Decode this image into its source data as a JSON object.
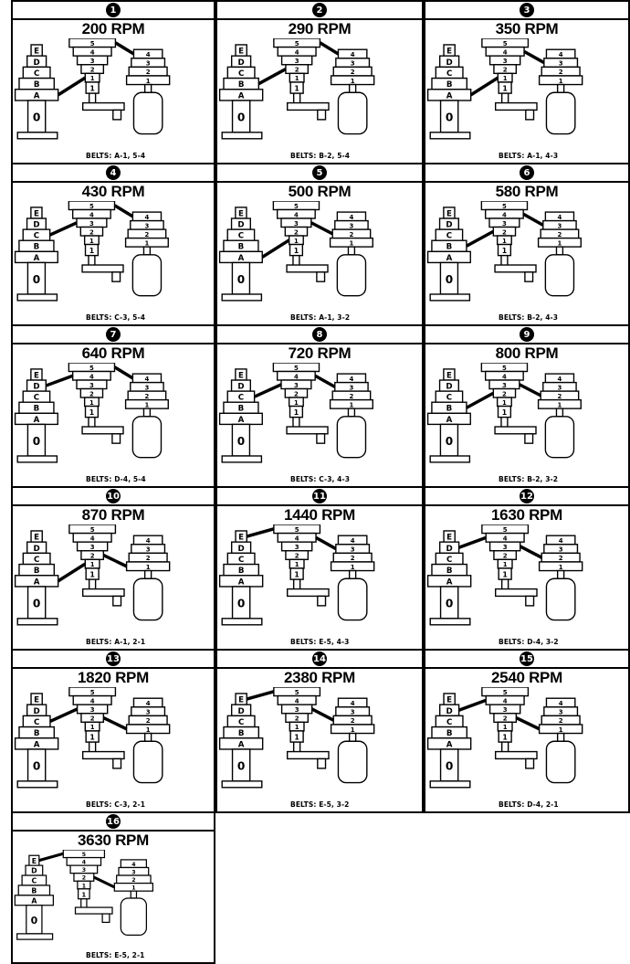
{
  "panels": [
    {
      "number": "1",
      "rpm": "200 RPM",
      "belts": "BELTS: A-1, 5-4"
    },
    {
      "number": "2",
      "rpm": "290 RPM",
      "belts": "BELTS: B-2, 5-4"
    },
    {
      "number": "3",
      "rpm": "350 RPM",
      "belts": "BELTS: A-1, 4-3"
    },
    {
      "number": "4",
      "rpm": "430 RPM",
      "belts": "BELTS: C-3, 5-4"
    },
    {
      "number": "5",
      "rpm": "500 RPM",
      "belts": "BELTS: A-1, 3-2"
    },
    {
      "number": "6",
      "rpm": "580 RPM",
      "belts": "BELTS: B-2, 4-3"
    },
    {
      "number": "7",
      "rpm": "640 RPM",
      "belts": "BELTS: D-4, 5-4"
    },
    {
      "number": "8",
      "rpm": "720 RPM",
      "belts": "BELTS: C-3, 4-3"
    },
    {
      "number": "9",
      "rpm": "800 RPM",
      "belts": "BELTS: B-2, 3-2"
    },
    {
      "number": "10",
      "rpm": "870 RPM",
      "belts": "BELTS: A-1, 2-1"
    },
    {
      "number": "11",
      "rpm": "1440 RPM",
      "belts": "BELTS: E-5, 4-3"
    },
    {
      "number": "12",
      "rpm": "1630 RPM",
      "belts": "BELTS: D-4, 3-2"
    },
    {
      "number": "13",
      "rpm": "1820 RPM",
      "belts": "BELTS: C-3, 2-1"
    },
    {
      "number": "14",
      "rpm": "2380 RPM",
      "belts": "BELTS: E-5, 3-2"
    },
    {
      "number": "15",
      "rpm": "2540 RPM",
      "belts": "BELTS: D-4, 2-1"
    },
    {
      "number": "16",
      "rpm": "3630 RPM",
      "belts": "BELTS: E-5, 2-1"
    }
  ],
  "spindle_pulley_letters": [
    "E",
    "D",
    "C",
    "B",
    "A"
  ],
  "pulley_numbers": [
    "5",
    "4",
    "3",
    "2",
    "1"
  ],
  "motor_pulley_numbers": [
    "4",
    "3",
    "2",
    "1"
  ],
  "spindle_label": "0"
}
